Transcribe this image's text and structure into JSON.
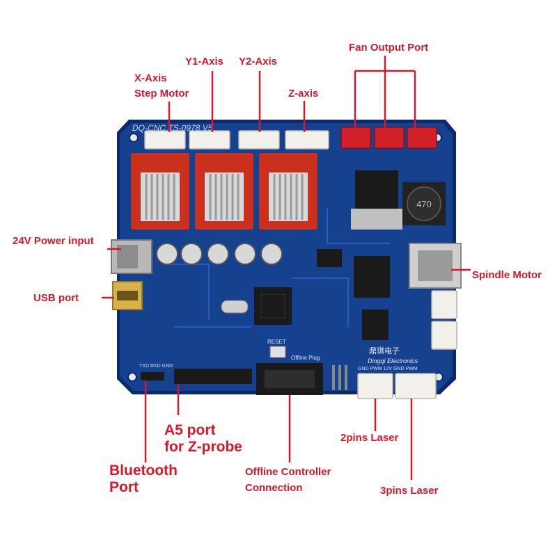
{
  "colors": {
    "accent": "#d8182a",
    "pcb": "#123a8c",
    "pcb_dark": "#0b2a6e",
    "driver": "#c9301e",
    "connector": "#f2f0ea",
    "red_connector": "#d0202a"
  },
  "labels": {
    "x_axis": "X-Axis",
    "x_axis_sub": "Step Motor",
    "y1_axis": "Y1-Axis",
    "y2_axis": "Y2-Axis",
    "z_axis": "Z-axis",
    "fan_output": "Fan Output Port",
    "power_input": "24V Power input",
    "usb_port": "USB port",
    "spindle_motor": "Spindle Motor",
    "a5_port": "A5 port",
    "a5_port_sub": "for Z-probe",
    "bluetooth": "Bluetooth",
    "bluetooth_sub": "Port",
    "offline_controller": "Offline Controller",
    "offline_controller_sub": "Connection",
    "laser_2pins": "2pins Laser",
    "laser_3pins": "3pins Laser"
  },
  "board": {
    "silkscreen_top": "DQ-CNC TS-0978 V5",
    "brand_cn": "鼎琪电子",
    "brand_en": "Dingqi Electronics",
    "inductor_code": "470",
    "reset_label": "RESET",
    "offline_label": "Offline Plug",
    "bt_pins": "TXD RXD GND",
    "laser_pins": "GND PWM 12V GND PWM"
  }
}
